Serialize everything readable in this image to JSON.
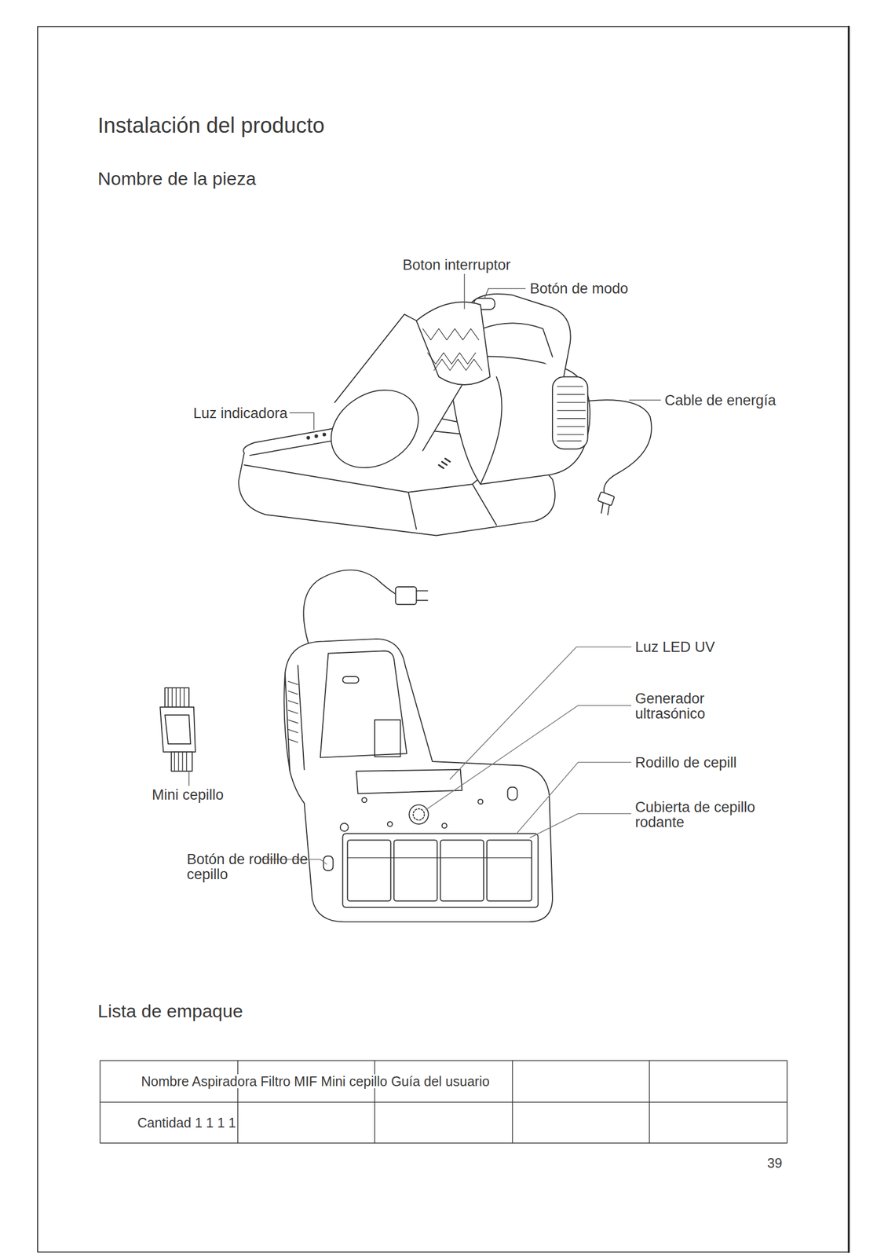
{
  "diagram": {
    "title": "Instalación del producto",
    "labels": [
      "Nombre de la pieza",
      "Boton interruptor",
      "Botón de modo",
      "Luz indicadora",
      "Cable de energía",
      "Luz LED UV",
      "Generador ultrasónico",
      "Rodillo de cepill",
      "Cubierta de cepillo rodante",
      "Mini cepillo",
      "Botón de rodillo de cepillo",
      "Lista de empaque",
      "Nombre Aspiradora Filtro MIF Mini cepillo Guía del usuario",
      "Cantidad 1 1 1 1",
      "39"
    ]
  }
}
